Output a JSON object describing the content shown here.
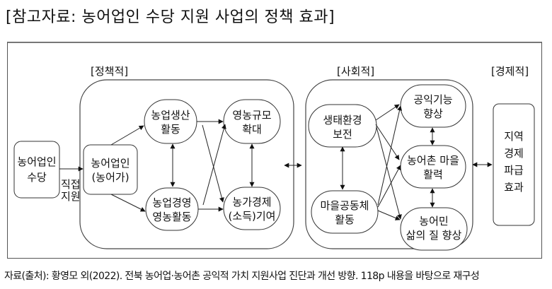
{
  "title": "[참고자료: 농어업인 수당 지원 사업의 정책 효과]",
  "source": "자료(출처): 황영모 외(2022). 전북 농어업·농어촌 공익적 가치 지원사업 진단과 개선 방향. 118p 내용을 바탕으로 재구성",
  "groups": {
    "policy": "[정책적]",
    "social": "[사회적]",
    "economic": "[경제적]"
  },
  "edge_labels": {
    "direct_support_1": "직접",
    "direct_support_2": "지원"
  },
  "nodes": {
    "allowance": [
      "농어업인",
      "수당"
    ],
    "farmers": [
      "농어업인",
      "(농어가)"
    ],
    "production": [
      "농업생산",
      "활동"
    ],
    "management": [
      "농업경영",
      "영농활동"
    ],
    "scale": [
      "영농규모",
      "확대"
    ],
    "income": [
      "농가경제",
      "(소득)기여"
    ],
    "ecology": [
      "생태환경",
      "보전"
    ],
    "community": [
      "마을공동체",
      "활동"
    ],
    "public_function": [
      "공익기능",
      "향상"
    ],
    "village_vitality": [
      "농어촌 마을",
      "활력"
    ],
    "quality_of_life": [
      "농어민",
      "삶의 질 향상"
    ],
    "regional_economy": [
      "지역",
      "경제",
      "파급",
      "효과"
    ]
  }
}
